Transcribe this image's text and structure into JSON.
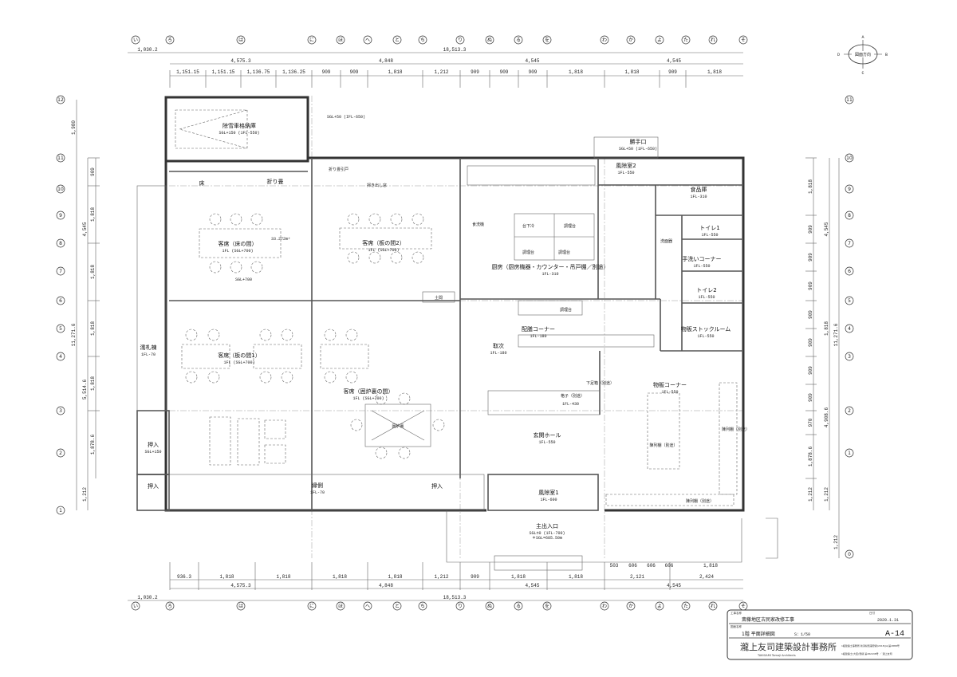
{
  "drawing": {
    "top_dims": {
      "total_left": "1,030.2",
      "total": "18,513.3",
      "spans": [
        "4,575.3",
        "4,848",
        "4,545",
        "4,545"
      ],
      "details": [
        "1,151.15",
        "1,151.15",
        "1,136.75",
        "1,136.25",
        "909",
        "909",
        "1,818",
        "1,212",
        "909",
        "909",
        "909",
        "1,818",
        "1,818",
        "909",
        "1,818"
      ]
    },
    "bottom_dims": {
      "details": [
        "936.3",
        "1,818",
        "1,818",
        "1,818",
        "1,818",
        "1,212",
        "909",
        "1,818",
        "1,818",
        "2,121",
        "2,424"
      ],
      "sub": [
        "503",
        "606",
        "606",
        "606",
        "1,818"
      ],
      "spans": [
        "4,575.3",
        "4,848",
        "4,545",
        "4,545"
      ],
      "total_left": "1,030.2",
      "total": "18,513.3"
    },
    "left_dims": {
      "top": "1,980",
      "outer": "11,271.6",
      "spans": [
        "4,545",
        "5,514.6",
        "1,212"
      ],
      "details": [
        "909",
        "1,818",
        "1,818",
        "1,818",
        "1,818",
        "1,878.6"
      ]
    },
    "right_dims": {
      "outer": "11,271.6",
      "spans": [
        "4,545",
        "1,818",
        "4,908.6",
        "1,212"
      ],
      "details": [
        "1,818",
        "909",
        "909",
        "909",
        "909",
        "909",
        "909",
        "909",
        "970",
        "1,878.6",
        "1,212"
      ],
      "bottom": "1,212"
    },
    "rooms": [
      {
        "name": "除雪車格納庫",
        "level": "SGL+150 (1FL-550)"
      },
      {
        "name": "客席（床の間）",
        "level": "1FL (SGL+700)"
      },
      {
        "name": "客席（板の間2）",
        "level": "1FL (SGL+700)"
      },
      {
        "name": "客席（板の間1）",
        "level": "1FL (SGL+700)"
      },
      {
        "name": "客席（囲炉裏の間）",
        "level": "1FL (SGL+700)"
      },
      {
        "name": "厨房（厨房機器・カウンター・吊戸棚／別途）",
        "level": "1FL-310"
      },
      {
        "name": "風除室2",
        "level": "1FL-550"
      },
      {
        "name": "食品庫",
        "level": "1FL-310"
      },
      {
        "name": "トイレ1",
        "level": "1FL-550"
      },
      {
        "name": "手洗いコーナー",
        "level": "1FL-550"
      },
      {
        "name": "トイレ2",
        "level": "1FL-550"
      },
      {
        "name": "物販ストックルーム",
        "level": "1FL-550"
      },
      {
        "name": "配膳コーナー",
        "level": "1FL-180"
      },
      {
        "name": "取次",
        "level": "1FL-180"
      },
      {
        "name": "物販コーナー",
        "level": "1FL-550"
      },
      {
        "name": "玄関ホール",
        "level": "1FL-550"
      },
      {
        "name": "風除室1",
        "level": "1FL-600"
      },
      {
        "name": "主出入口",
        "level": "SGL±0 (1FL-700)"
      },
      {
        "name": "濡札棟",
        "level": "1FL-70"
      },
      {
        "name": "縁側",
        "level": "1FL-70"
      },
      {
        "name": "勝手口",
        "level": "SGL+50 (1FL-650)"
      },
      {
        "name": "押入",
        "level": "SGL+150"
      },
      {
        "name": "押入",
        "level": ""
      },
      {
        "name": "押入",
        "level": ""
      }
    ],
    "labels": {
      "toko": "床",
      "oriyama": "折り畳",
      "oriyama_door": "折り畳引戸",
      "garden_door": "掃き出し窓",
      "area": "33.272m²",
      "sgl700": "SGL+700",
      "doma": "土間",
      "irori": "囲炉裏",
      "garage_door": "SGL+50 (IFL-650)",
      "main_note": "＊SGL=685.50m",
      "sink": "食洗機",
      "fridge": "台下冷",
      "cook1": "調理台",
      "cook2": "調理台",
      "cook3": "調理台",
      "cook4": "調理台",
      "handwash": "洗面器",
      "shoes": "下足箱（別途）",
      "lattice": "格子（別途）",
      "lattice_lvl": "1FL-430",
      "display": "陳列棚（別途）",
      "display2": "陳列棚（別途）",
      "display3": "陳列棚（別途）"
    },
    "grid_cols": [
      "い",
      "ろ",
      "は",
      "に",
      "ほ",
      "へ",
      "と",
      "ち",
      "り",
      "ぬ",
      "る",
      "を",
      "わ",
      "か",
      "よ",
      "た",
      "れ",
      "そ"
    ],
    "grid_rows": [
      "12",
      "11",
      "10",
      "9",
      "8",
      "7",
      "6",
      "5",
      "4",
      "3",
      "2",
      "1"
    ],
    "grid_rows_right": [
      "11",
      "10",
      "9",
      "8",
      "7",
      "6",
      "5",
      "4",
      "3",
      "2",
      "1",
      "0"
    ]
  },
  "compass": {
    "n": "A",
    "e": "B",
    "s": "C",
    "w": "D",
    "label": "図面方向"
  },
  "title_block": {
    "project_label": "工事名称",
    "project": "斎藤地区古民家改修工事",
    "date_label": "日付",
    "date": "2020.1.31",
    "drawing_label": "図面名称",
    "drawing": "1階 平面詳細図",
    "scale": "S：1/50",
    "number": "A-14",
    "office": "瀧上友司建築設計事務所",
    "office_en": "TAKIGAMI Tomoji Architects",
    "reg1": "1級建築士事務所 新潟県知事登録(2018)(A)第2888号",
    "reg2": "1級建築士(大臣)登録 第282438号 ／ 瀧上友司"
  }
}
